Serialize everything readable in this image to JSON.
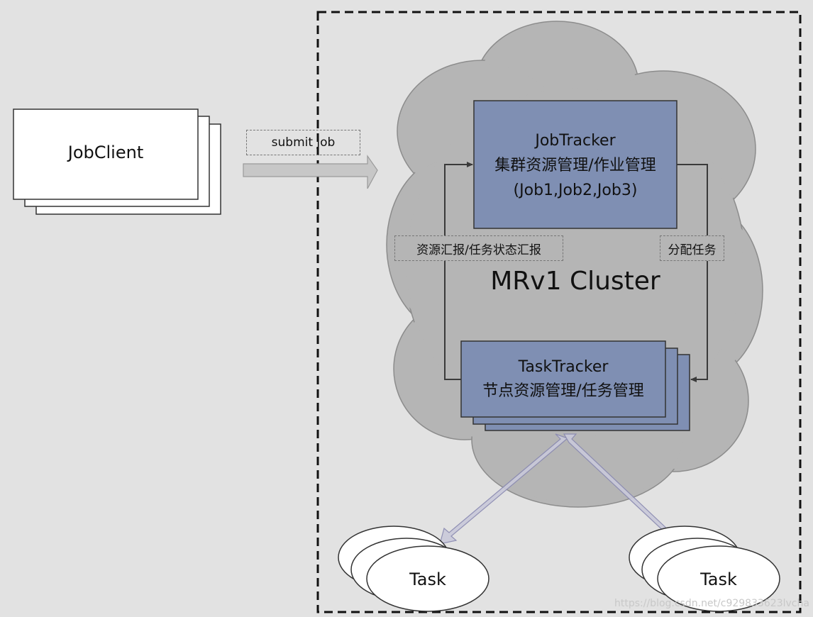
{
  "client": {
    "label": "JobClient"
  },
  "submit": {
    "label": "submit job"
  },
  "cluster": {
    "label": "MRv1 Cluster"
  },
  "jobtracker": {
    "title": "JobTracker",
    "subtitle": "集群资源管理/作业管理",
    "jobs": "(Job1,Job2,Job3)"
  },
  "tasktracker": {
    "title": "TaskTracker",
    "subtitle": "节点资源管理/任务管理"
  },
  "report": {
    "label": "资源汇报/任务状态汇报"
  },
  "assign": {
    "label": "分配任务"
  },
  "task_left": {
    "label": "Task"
  },
  "task_right": {
    "label": "Task"
  },
  "watermark": "https://blog.csdn.net/c929833623lvcha",
  "colors": {
    "background": "#e2e2e2",
    "cloud": "#b5b5b5",
    "node_fill": "#7f8fb3",
    "arrow": "#3a3a3a"
  }
}
